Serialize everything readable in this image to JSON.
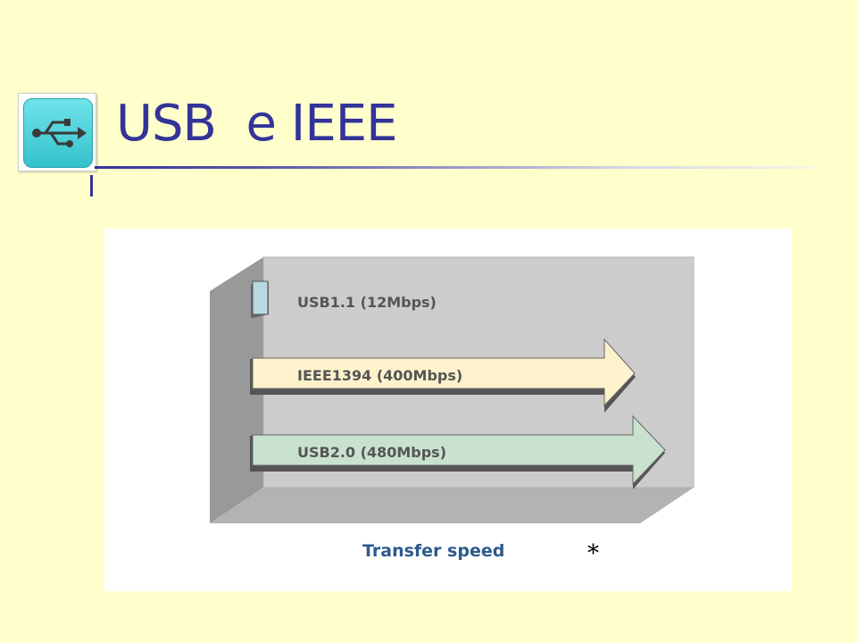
{
  "slide": {
    "title": "USB  e IEEE",
    "logo_icon": "usb-trident-icon",
    "colors": {
      "background": "#FFFFCC",
      "title": "#333399",
      "logo": "#35c1cc"
    }
  },
  "diagram": {
    "bars": [
      {
        "label": "USB1.1 (12Mbps)",
        "color": "#b7d9e2"
      },
      {
        "label": "IEEE1394 (400Mbps)",
        "color": "#fdf2cc"
      },
      {
        "label": "USB2.0 (480Mbps)",
        "color": "#c9e2cf"
      }
    ],
    "axis_label": "Transfer speed",
    "note_mark": "*",
    "colors": {
      "box_back": "#cccccc",
      "box_side": "#999999",
      "axis_label": "#2e5a8c"
    }
  }
}
